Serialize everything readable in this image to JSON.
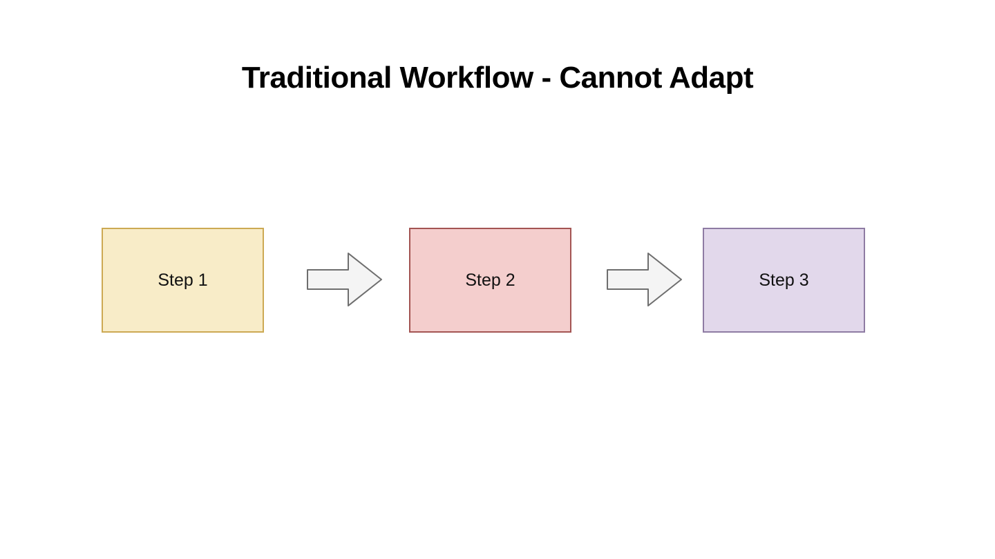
{
  "page": {
    "background": "#FFFFFF"
  },
  "title": {
    "text": "Traditional Workflow - Cannot Adapt",
    "color": "#000000"
  },
  "diagram": {
    "type": "flowchart",
    "direction": "left-to-right",
    "steps": [
      {
        "label": "Step 1",
        "fill": "#F8ECC8",
        "border": "#CCA953"
      },
      {
        "label": "Step 2",
        "fill": "#F4CECD",
        "border": "#A35452"
      },
      {
        "label": "Step 3",
        "fill": "#E2D8EB",
        "border": "#8E7BA3"
      }
    ],
    "arrow": {
      "direction": "right",
      "fill": "#F4F4F4",
      "stroke": "#6E6E6E"
    },
    "label_color": "#111111"
  }
}
